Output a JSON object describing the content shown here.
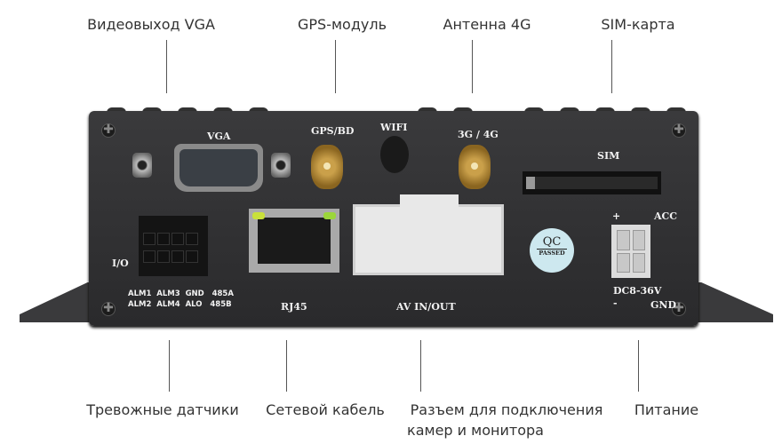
{
  "callouts_top": [
    "Видеовыход VGA",
    "GPS-модуль",
    "Антенна 4G",
    "SIM-карта"
  ],
  "callouts_bottom": [
    "Тревожные датчики",
    "Сетевой кабель",
    "Разъем для подключения",
    "камер и монитора",
    "Питание"
  ],
  "panel": {
    "vga": "VGA",
    "gps": "GPS/BD",
    "wifi": "WIFI",
    "g4": "3G / 4G",
    "sim": "SIM",
    "io": "I/O",
    "io_pins_1": "ALM1  ALM3  GND   485A",
    "io_pins_2": "ALM2  ALM4  ALO   485B",
    "rj45": "RJ45",
    "av": "AV IN/OUT",
    "qc": "QC",
    "qc_passed": "PASSED",
    "plus": "+",
    "acc": "ACC",
    "dc": "DC8-36V",
    "minus": "-",
    "gnd": "GND"
  }
}
